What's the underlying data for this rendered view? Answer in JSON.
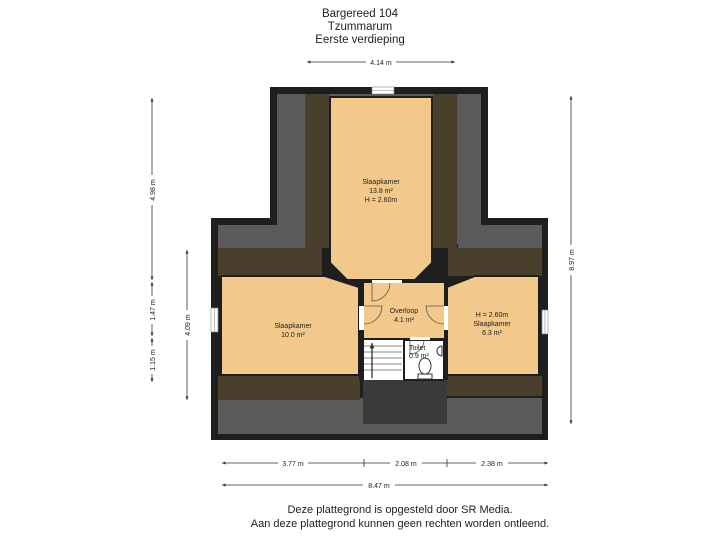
{
  "header": {
    "line1": "Bargereed 104",
    "line2": "Tzummarum",
    "line3": "Eerste verdieping"
  },
  "rooms": {
    "bedroom_top": {
      "name": "Slaapkamer",
      "area": "13.8 m²",
      "height": "H = 2.60m"
    },
    "bedroom_left": {
      "name": "Slaapkamer",
      "area": "10.0 m²"
    },
    "landing": {
      "name": "Overloop",
      "area": "4.1 m²"
    },
    "toilet": {
      "name": "Toilet",
      "area": "0.9 m²"
    },
    "bedroom_right": {
      "name": "Slaapkamer",
      "area": "6.3 m²",
      "height": "H = 2.60m"
    }
  },
  "dimensions": {
    "top_width": "4.14 m",
    "left_upper": "4.98 m",
    "left_middle": "1.47 m",
    "left_lower": "1.15 m",
    "left_inner": "4.09 m",
    "right_total": "8.97 m",
    "bottom_left": "3.77 m",
    "bottom_middle": "2.08 m",
    "bottom_right": "2.38 m",
    "bottom_total": "8.47 m"
  },
  "footer": {
    "line1": "Deze plattegrond is opgesteld door SR Media.",
    "line2": "Aan deze plattegrond kunnen geen rechten worden ontleend."
  },
  "colors": {
    "wall": "#1e1e1e",
    "roof_slope": "#5a5a5a",
    "low_ceiling": "#4a3e2c",
    "room_floor": "#f2c98a",
    "stair_floor": "#ffffff"
  }
}
